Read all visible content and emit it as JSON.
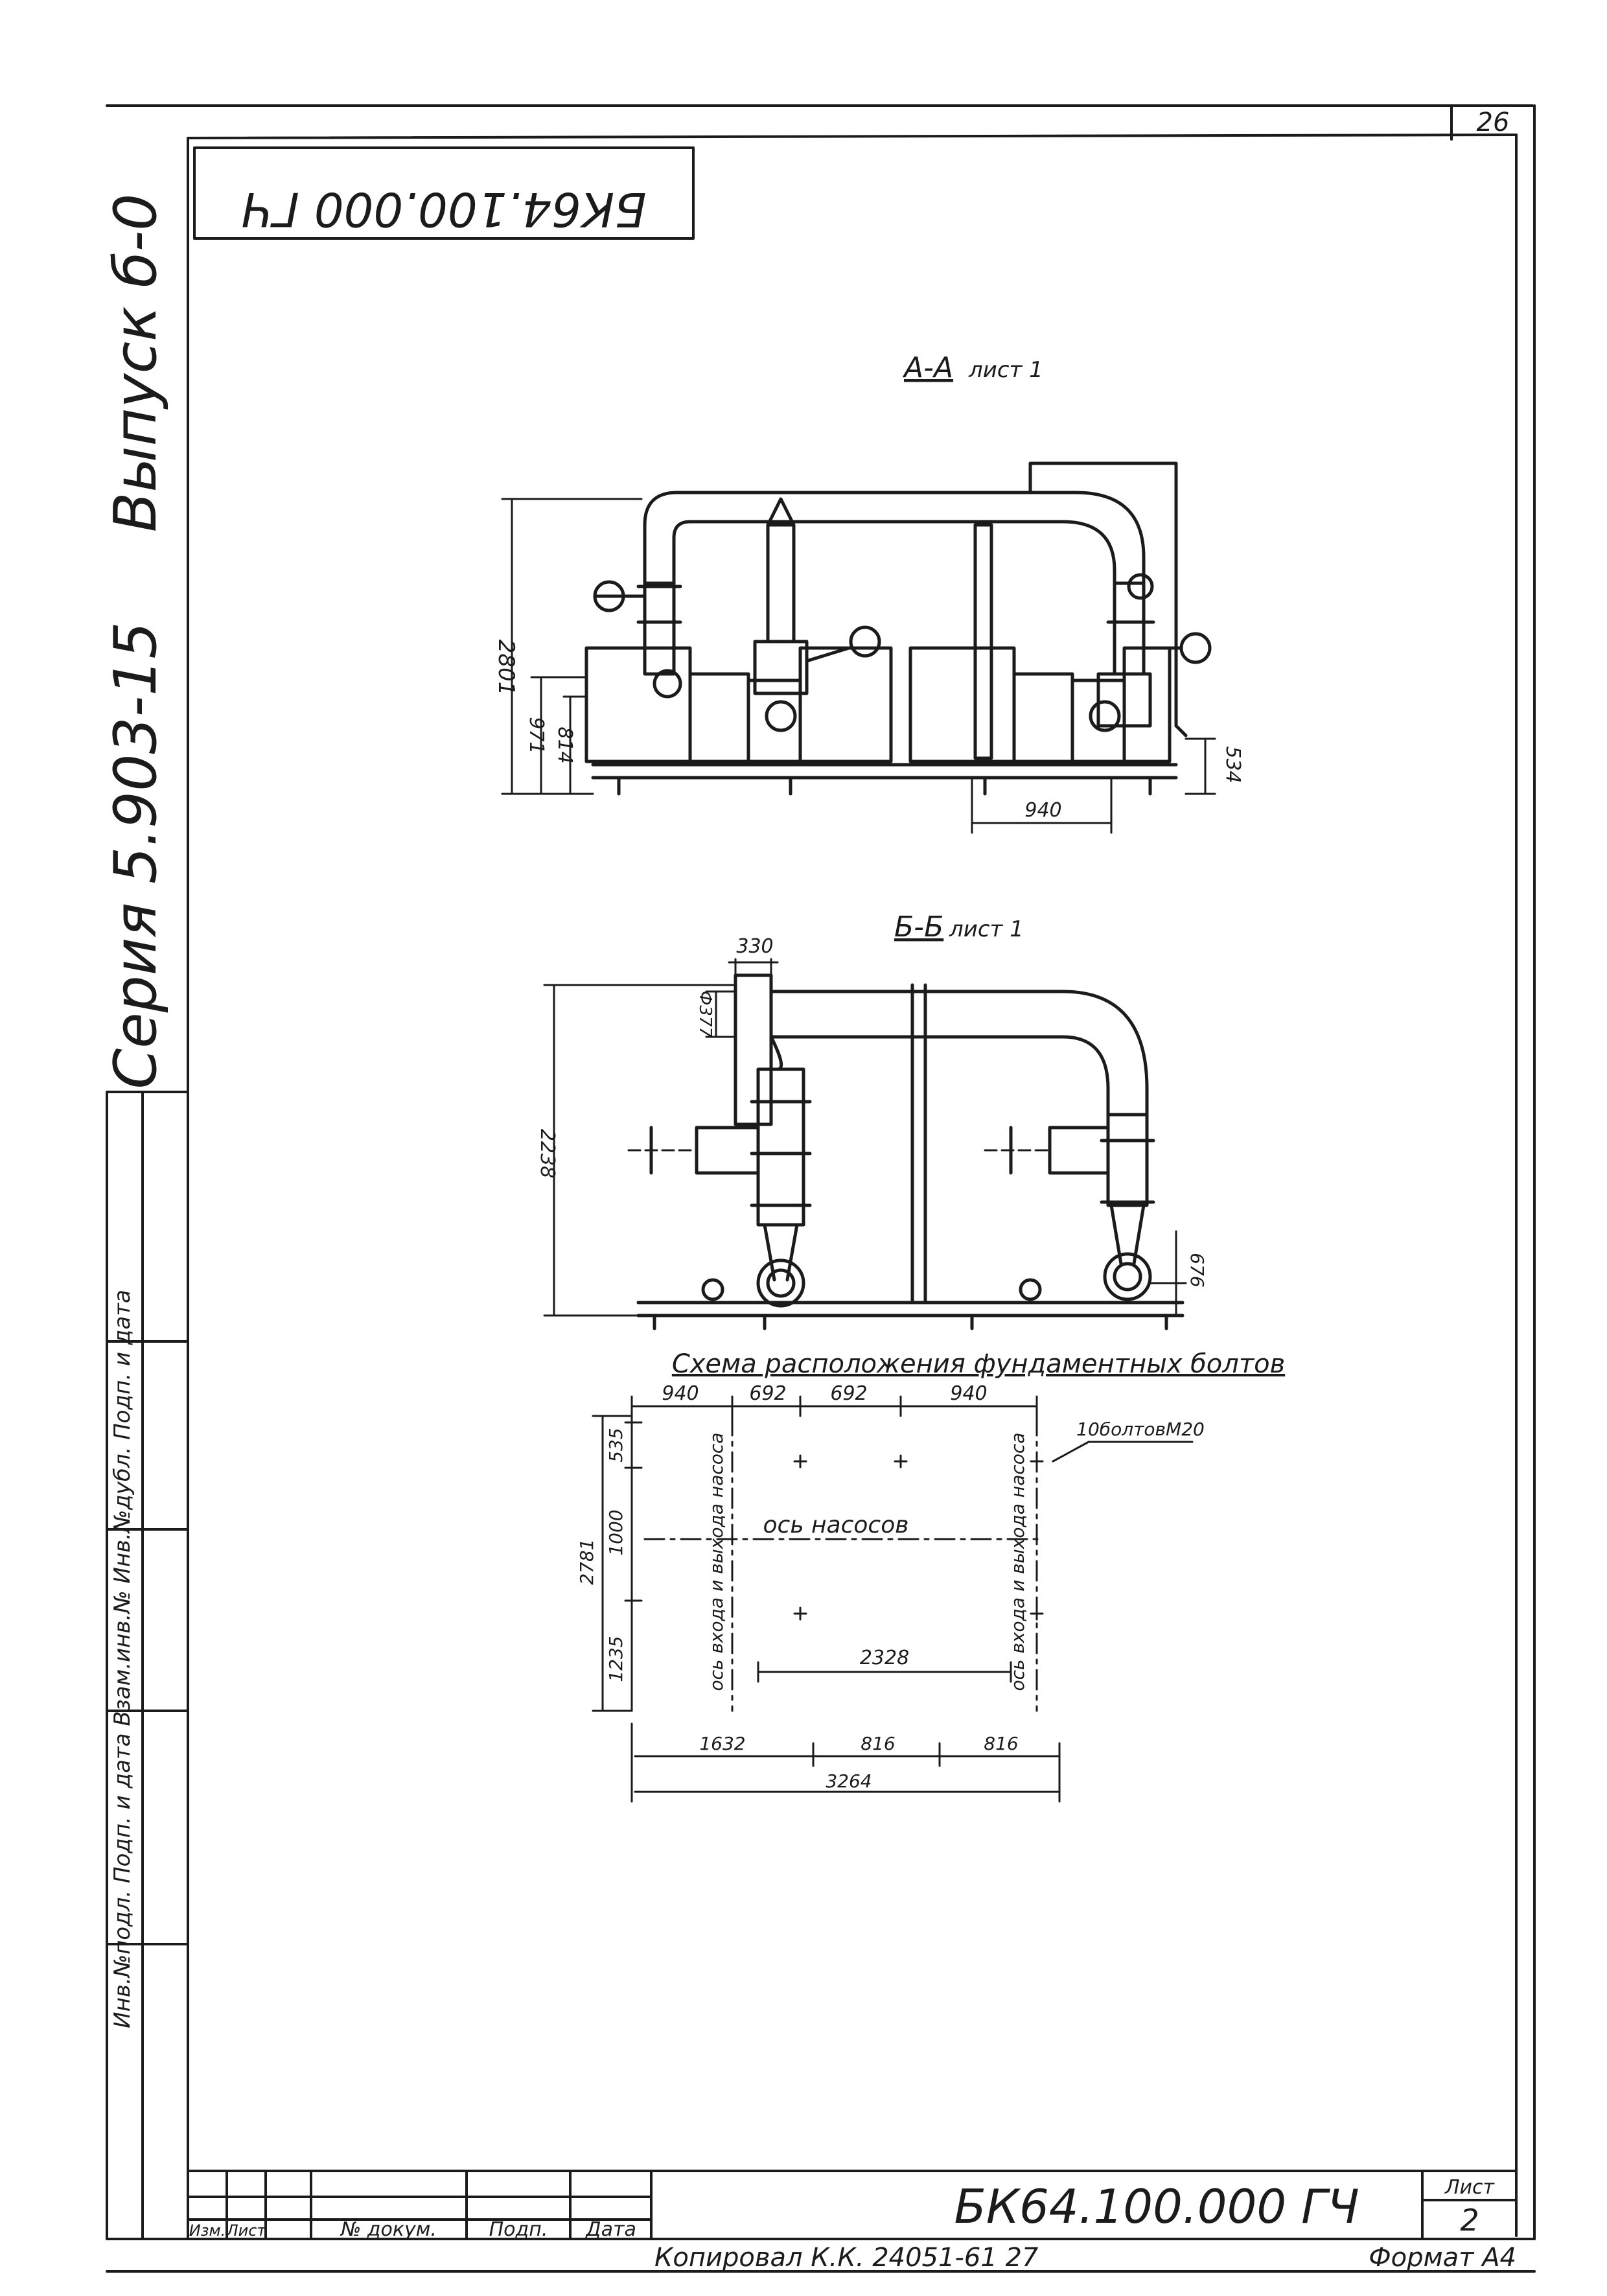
{
  "sheet": {
    "page_number": "26",
    "vertical_labels": {
      "issue": "Выпуск б-0",
      "series": "Серия 5.903-15",
      "stamp_column": "Инв.№подл. Подп. и дата Взам.инв.№ Инв.№дубл. Подп. и дата"
    },
    "top_code_inverted": "БК64.100.000 ГЧ",
    "copy_note": "Копировал К.К. 24051-61 27",
    "format_label": "Формат А4"
  },
  "title_block": {
    "drawing_code": "БК64.100.000 ГЧ",
    "sheet_label": "Лист",
    "sheet_number": "2",
    "column_labels": [
      "Изм.",
      "Лист",
      "№ докум.",
      "Подп.",
      "Дата"
    ]
  },
  "view_a": {
    "title": "А-А",
    "subtitle": "лист 1",
    "dims": [
      "2801",
      "971",
      "814",
      "534",
      "940"
    ]
  },
  "view_b": {
    "title": "Б-Б",
    "subtitle": "лист 1",
    "dims": [
      "330",
      "Ф377",
      "2238",
      "676"
    ]
  },
  "scheme": {
    "title": "Схема расположения фундаментных болтов",
    "top_dims": [
      "940",
      "692",
      "692",
      "940"
    ],
    "left_dims": [
      "2781",
      "1000",
      "535",
      "1235"
    ],
    "bottom_dims": [
      "1632",
      "816",
      "816",
      "3264"
    ],
    "inner_dim": "2328",
    "bolts_label": "10болтовМ20",
    "pump_axis_label": "ось насосов",
    "inlet_axis_label": "ось входа и выхода насоса",
    "outlet_axis_label": "ось входа и выхода насоса"
  },
  "colors": {
    "ink": "#1b1b1b",
    "paper": "#ffffff"
  }
}
